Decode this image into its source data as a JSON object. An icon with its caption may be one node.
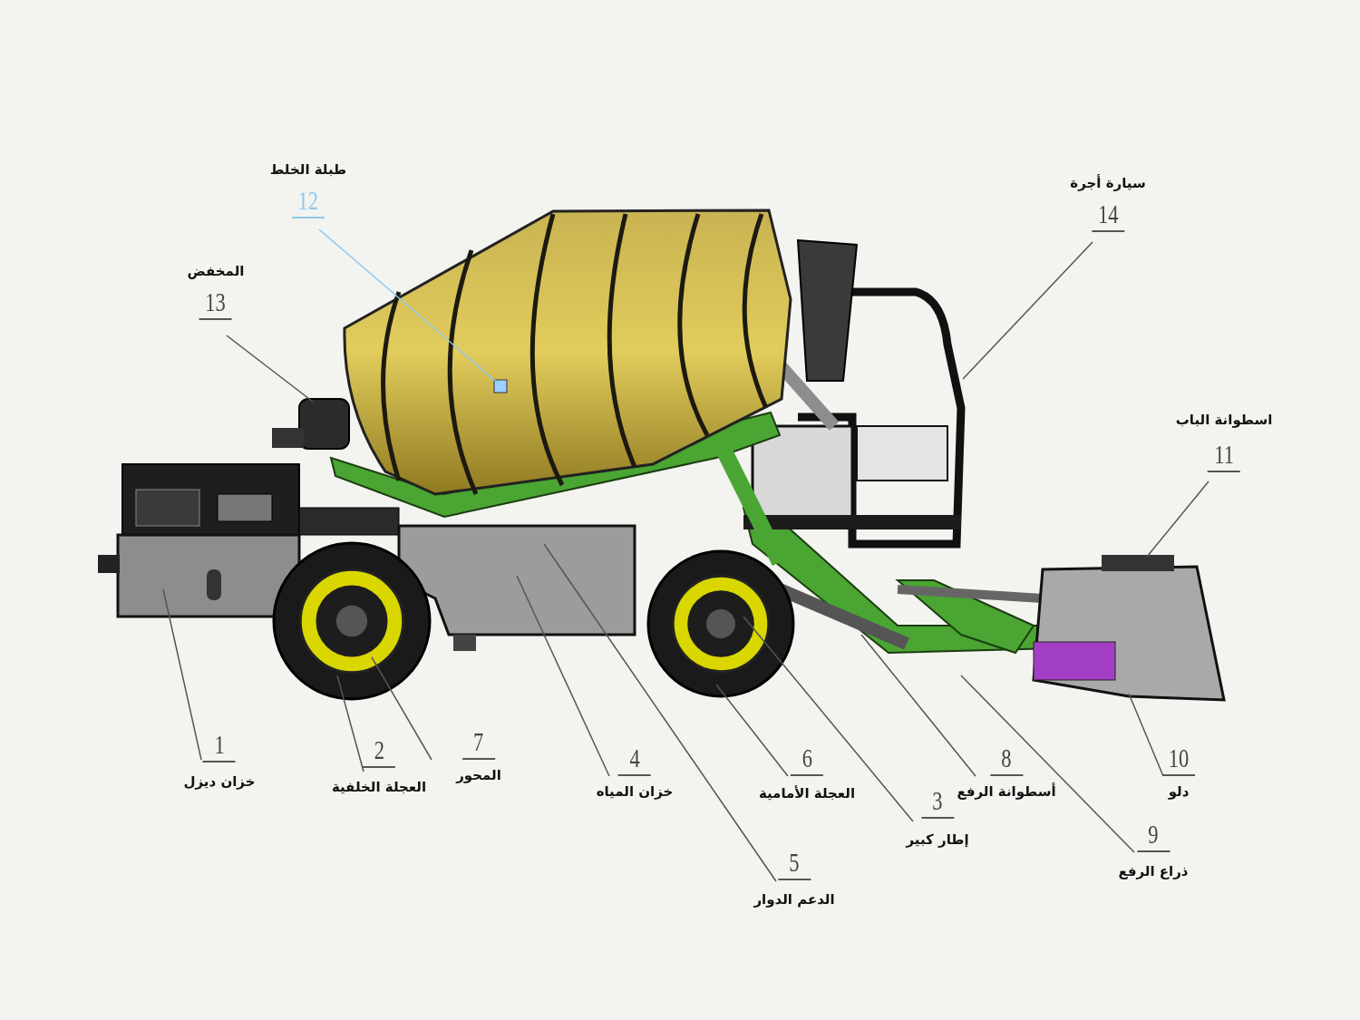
{
  "diagram": {
    "nodes": [
      {
        "text": [
          "طبلة الخلط",
          "12"
        ]
      },
      {
        "text": [
          "سيارة أجرة",
          "14"
        ]
      },
      {
        "text": [
          "المخفض",
          "13"
        ]
      },
      {
        "text": [
          "اسطوانة الباب",
          "11"
        ]
      },
      {
        "text": [
          "1",
          "خزان ديزل"
        ]
      },
      {
        "text": [
          "2",
          "العجلة الخلفية"
        ]
      },
      {
        "text": [
          "7",
          "المحور"
        ]
      },
      {
        "text": [
          "4",
          "خزان المياه"
        ]
      },
      {
        "text": [
          "6",
          "العجلة الأمامية"
        ]
      },
      {
        "text": [
          "8",
          "أسطوانة الرفع"
        ]
      },
      {
        "text": [
          "10",
          "دلو"
        ]
      },
      {
        "text": [
          "3",
          "إطار كبير"
        ]
      },
      {
        "text": [
          "9",
          "ذراع الرفع"
        ]
      },
      {
        "text": [
          "5",
          "الدعم الدوار"
        ]
      }
    ],
    "edges": [
      {
        "from": 0,
        "to": null,
        "arrow": "none",
        "color": "#8ec9f0"
      },
      {
        "from": 1,
        "to": null,
        "arrow": "none"
      },
      {
        "from": 2,
        "to": null,
        "arrow": "none"
      },
      {
        "from": 3,
        "to": null,
        "arrow": "none"
      },
      {
        "from": 4,
        "to": null,
        "arrow": "none"
      },
      {
        "from": 5,
        "to": null,
        "arrow": "none"
      },
      {
        "from": 6,
        "to": null,
        "arrow": "none"
      },
      {
        "from": 7,
        "to": null,
        "arrow": "none"
      },
      {
        "from": 8,
        "to": null,
        "arrow": "none"
      },
      {
        "from": 9,
        "to": null,
        "arrow": "none"
      },
      {
        "from": 10,
        "to": null,
        "arrow": "none"
      },
      {
        "from": 11,
        "to": null,
        "arrow": "none"
      },
      {
        "from": 12,
        "to": null,
        "arrow": "none"
      },
      {
        "from": 13,
        "to": null,
        "arrow": "none"
      }
    ]
  }
}
